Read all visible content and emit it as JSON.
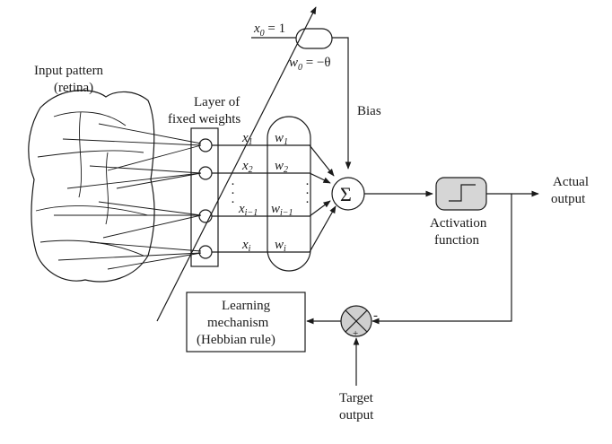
{
  "labels": {
    "input_pattern_line1": "Input pattern",
    "input_pattern_line2": "(retina)",
    "layer_line1": "Layer of",
    "layer_line2": "fixed weights",
    "bias": "Bias",
    "actual_output_line1": "Actual",
    "actual_output_line2": "output",
    "activation_line1": "Activation",
    "activation_line2": "function",
    "learning_line1": "Learning",
    "learning_line2": "mechanism",
    "learning_line3": "(Hebbian rule)",
    "target_line1": "Target",
    "target_line2": "output"
  },
  "math": {
    "x0_eq": "x",
    "x0_sub": "0",
    "x0_val": " = 1",
    "w0_eq": "w",
    "w0_sub": "0",
    "w0_val": " = −θ",
    "sum_symbol": "Σ",
    "minus_sign": "-",
    "plus_sign": "+",
    "inputs": [
      {
        "x": "x",
        "xsub": "1",
        "w": "w",
        "wsub": "1"
      },
      {
        "x": "x",
        "xsub": "2",
        "w": "w",
        "wsub": "2"
      },
      {
        "x": "x",
        "xsub": "i−1",
        "w": "w",
        "wsub": "i−1"
      },
      {
        "x": "x",
        "xsub": "i",
        "w": "w",
        "wsub": "i"
      }
    ],
    "dots": "·"
  }
}
